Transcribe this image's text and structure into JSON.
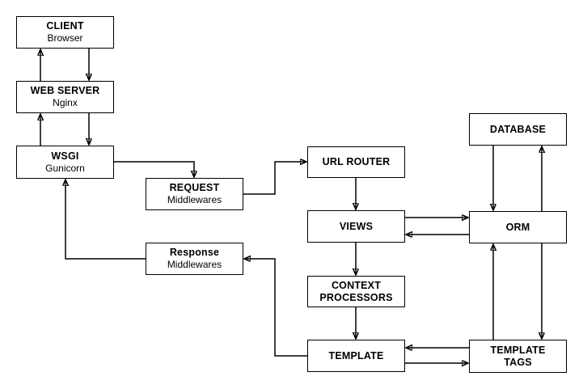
{
  "diagram": {
    "nodes": {
      "client": {
        "title": "CLIENT",
        "subtitle": "Browser"
      },
      "web_server": {
        "title": "WEB SERVER",
        "subtitle": "Nginx"
      },
      "wsgi": {
        "title": "WSGI",
        "subtitle": "Gunicorn"
      },
      "request": {
        "title": "REQUEST",
        "subtitle": "Middlewares"
      },
      "response": {
        "title": "Response",
        "subtitle": "Middlewares"
      },
      "url_router": {
        "title": "URL ROUTER"
      },
      "views": {
        "title": "VIEWS"
      },
      "context_processors": {
        "title": "CONTEXT PROCESSORS"
      },
      "template": {
        "title": "TEMPLATE"
      },
      "database": {
        "title": "DATABASE"
      },
      "orm": {
        "title": "ORM"
      },
      "template_tags": {
        "title": "TEMPLATE TAGS"
      }
    },
    "edges": [
      {
        "from": "WEB SERVER",
        "to": "CLIENT"
      },
      {
        "from": "CLIENT",
        "to": "WEB SERVER"
      },
      {
        "from": "WSGI",
        "to": "WEB SERVER"
      },
      {
        "from": "WEB SERVER",
        "to": "WSGI"
      },
      {
        "from": "WSGI",
        "to": "REQUEST Middlewares"
      },
      {
        "from": "REQUEST Middlewares",
        "to": "URL ROUTER"
      },
      {
        "from": "URL ROUTER",
        "to": "VIEWS"
      },
      {
        "from": "VIEWS",
        "to": "ORM"
      },
      {
        "from": "ORM",
        "to": "VIEWS"
      },
      {
        "from": "DATABASE",
        "to": "ORM"
      },
      {
        "from": "ORM",
        "to": "DATABASE"
      },
      {
        "from": "VIEWS",
        "to": "CONTEXT PROCESSORS"
      },
      {
        "from": "CONTEXT PROCESSORS",
        "to": "TEMPLATE"
      },
      {
        "from": "TEMPLATE TAGS",
        "to": "ORM"
      },
      {
        "from": "ORM",
        "to": "TEMPLATE TAGS"
      },
      {
        "from": "TEMPLATE TAGS",
        "to": "TEMPLATE"
      },
      {
        "from": "TEMPLATE",
        "to": "TEMPLATE TAGS"
      },
      {
        "from": "TEMPLATE",
        "to": "Response Middlewares"
      },
      {
        "from": "Response Middlewares",
        "to": "WSGI"
      }
    ],
    "colors": {
      "stroke": "#000000",
      "fill": "#ffffff",
      "text": "#000000"
    }
  }
}
